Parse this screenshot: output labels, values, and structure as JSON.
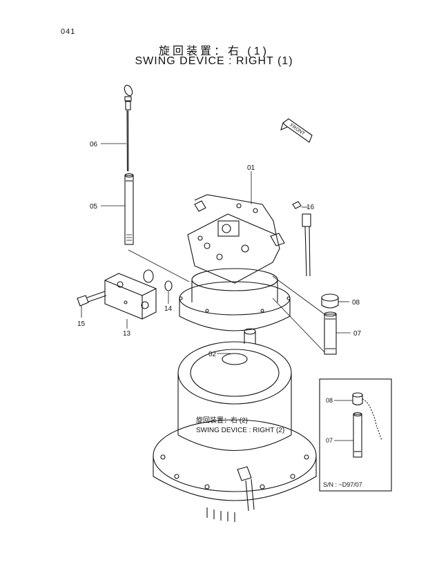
{
  "page_number": "041",
  "title_jp": "旋回装置：右 (1)",
  "title_en": "SWING DEVICE : RIGHT (1)",
  "front_label": "FRONT",
  "sub_title_jp": "旋回装置：右 (2)",
  "sub_title_en": "SWING DEVICE : RIGHT (2)",
  "serial_note": "S/N : ~D97/07",
  "part_numbers": {
    "p01": "01",
    "p02": "02",
    "p05": "05",
    "p06": "06",
    "p07": "07",
    "p08": "08",
    "p13": "13",
    "p14": "14",
    "p15": "15",
    "p16": "16",
    "inset_p07": "07",
    "inset_p08": "08"
  }
}
